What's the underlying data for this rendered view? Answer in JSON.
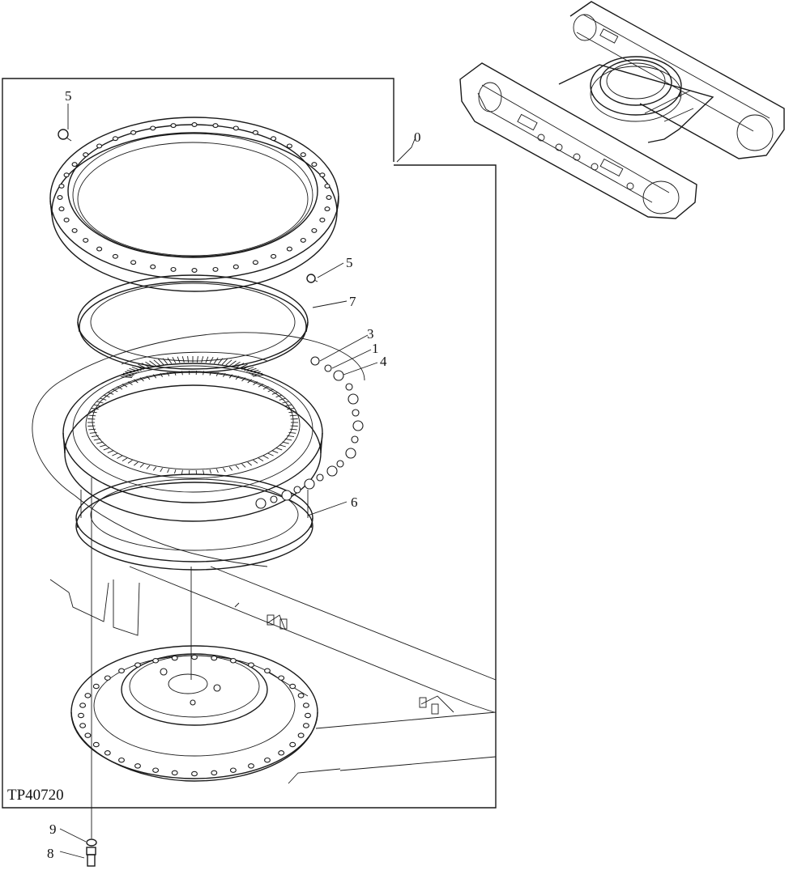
{
  "figure_code": "TP40720",
  "callouts": [
    {
      "id": "c0",
      "label": "0"
    },
    {
      "id": "c5a",
      "label": "5"
    },
    {
      "id": "c5b",
      "label": "5"
    },
    {
      "id": "c7",
      "label": "7"
    },
    {
      "id": "c3",
      "label": "3"
    },
    {
      "id": "c1",
      "label": "1"
    },
    {
      "id": "c4",
      "label": "4"
    },
    {
      "id": "c6",
      "label": "6"
    },
    {
      "id": "c9",
      "label": "9"
    },
    {
      "id": "c8",
      "label": "8"
    }
  ]
}
